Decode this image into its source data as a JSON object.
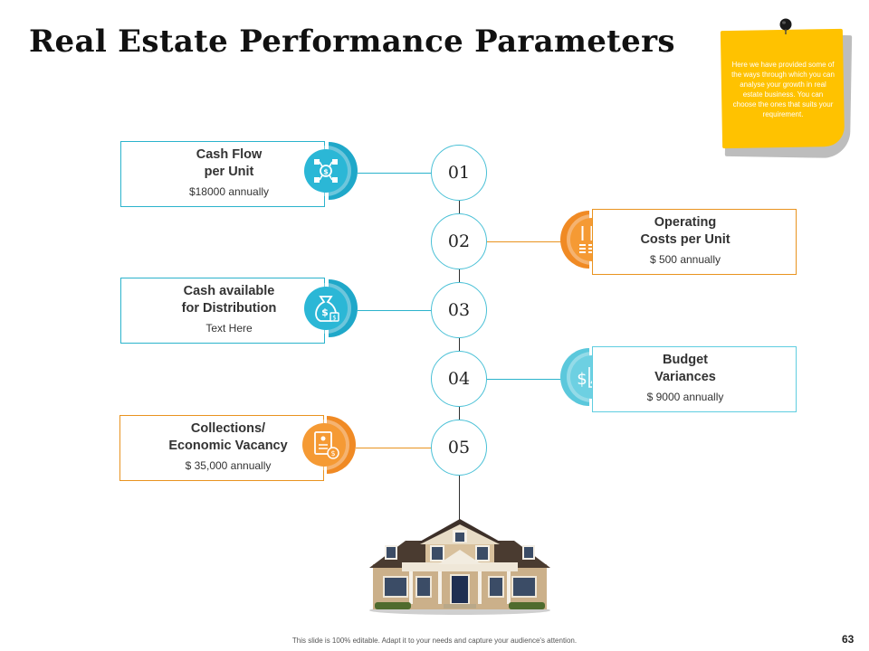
{
  "title": "Real Estate Performance Parameters",
  "note": {
    "text": "Here we have provided some of the ways through which you can analyse your growth in real estate business. You can choose the ones that suits your requirement."
  },
  "steps": [
    {
      "number": "01",
      "title_line1": "Cash Flow",
      "title_line2": "per Unit",
      "value": "$18000  annually",
      "icon": "hierarchy-dollar-icon",
      "color": "#1fa8c9"
    },
    {
      "number": "02",
      "title_line1": "Operating",
      "title_line2": "Costs per Unit",
      "value": "$ 500 annually",
      "icon": "coin-stacks-icon",
      "color": "#f08a24"
    },
    {
      "number": "03",
      "title_line1": "Cash available",
      "title_line2": "for Distribution",
      "value": "Text Here",
      "icon": "money-bag-icon",
      "color": "#1fa8c9"
    },
    {
      "number": "04",
      "title_line1": "Budget",
      "title_line2": "Variances",
      "value": "$ 9000 annually",
      "icon": "dollar-chart-icon",
      "color": "#5bc8dc"
    },
    {
      "number": "05",
      "title_line1": "Collections/",
      "title_line2": "Economic Vacancy",
      "value": "$ 35,000 annually",
      "icon": "invoice-icon",
      "color": "#f08a24"
    }
  ],
  "footer": "This slide is 100% editable. Adapt it to your needs and capture your audience's attention.",
  "page_number": "63"
}
